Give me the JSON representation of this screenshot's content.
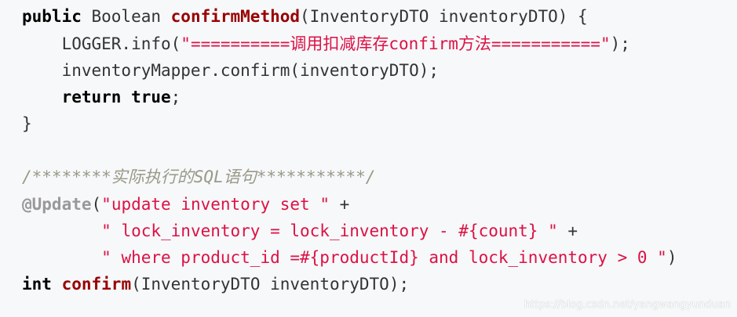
{
  "code": {
    "line1": {
      "kw_public": "public",
      "type": " Boolean ",
      "method": "confirmMethod",
      "sig": "(InventoryDTO inventoryDTO) {"
    },
    "line2": {
      "pre": "    LOGGER.info(",
      "str": "\"==========调用扣减库存confirm方法===========\"",
      "post": ");"
    },
    "line3": {
      "text": "    inventoryMapper.confirm(inventoryDTO);"
    },
    "line4": {
      "indent": "    ",
      "kw_return": "return",
      "space": " ",
      "kw_true": "true",
      "semi": ";"
    },
    "line5": {
      "text": "}"
    },
    "line7": {
      "comment": "/********实际执行的SQL语句***********/"
    },
    "line8": {
      "annotation": "@Update",
      "open": "(",
      "str": "\"update inventory set \"",
      "plus": " +"
    },
    "line9": {
      "indent": "        ",
      "str": "\" lock_inventory = lock_inventory - #{count} \"",
      "plus": " +"
    },
    "line10": {
      "indent": "        ",
      "str": "\" where product_id =#{productId} and lock_inventory > 0 \"",
      "close": ")"
    },
    "line11": {
      "kw_int": "int",
      "space": " ",
      "method": "confirm",
      "sig": "(InventoryDTO inventoryDTO);"
    }
  },
  "watermark": "https://blog.csdn.net/yangwangyunduan"
}
